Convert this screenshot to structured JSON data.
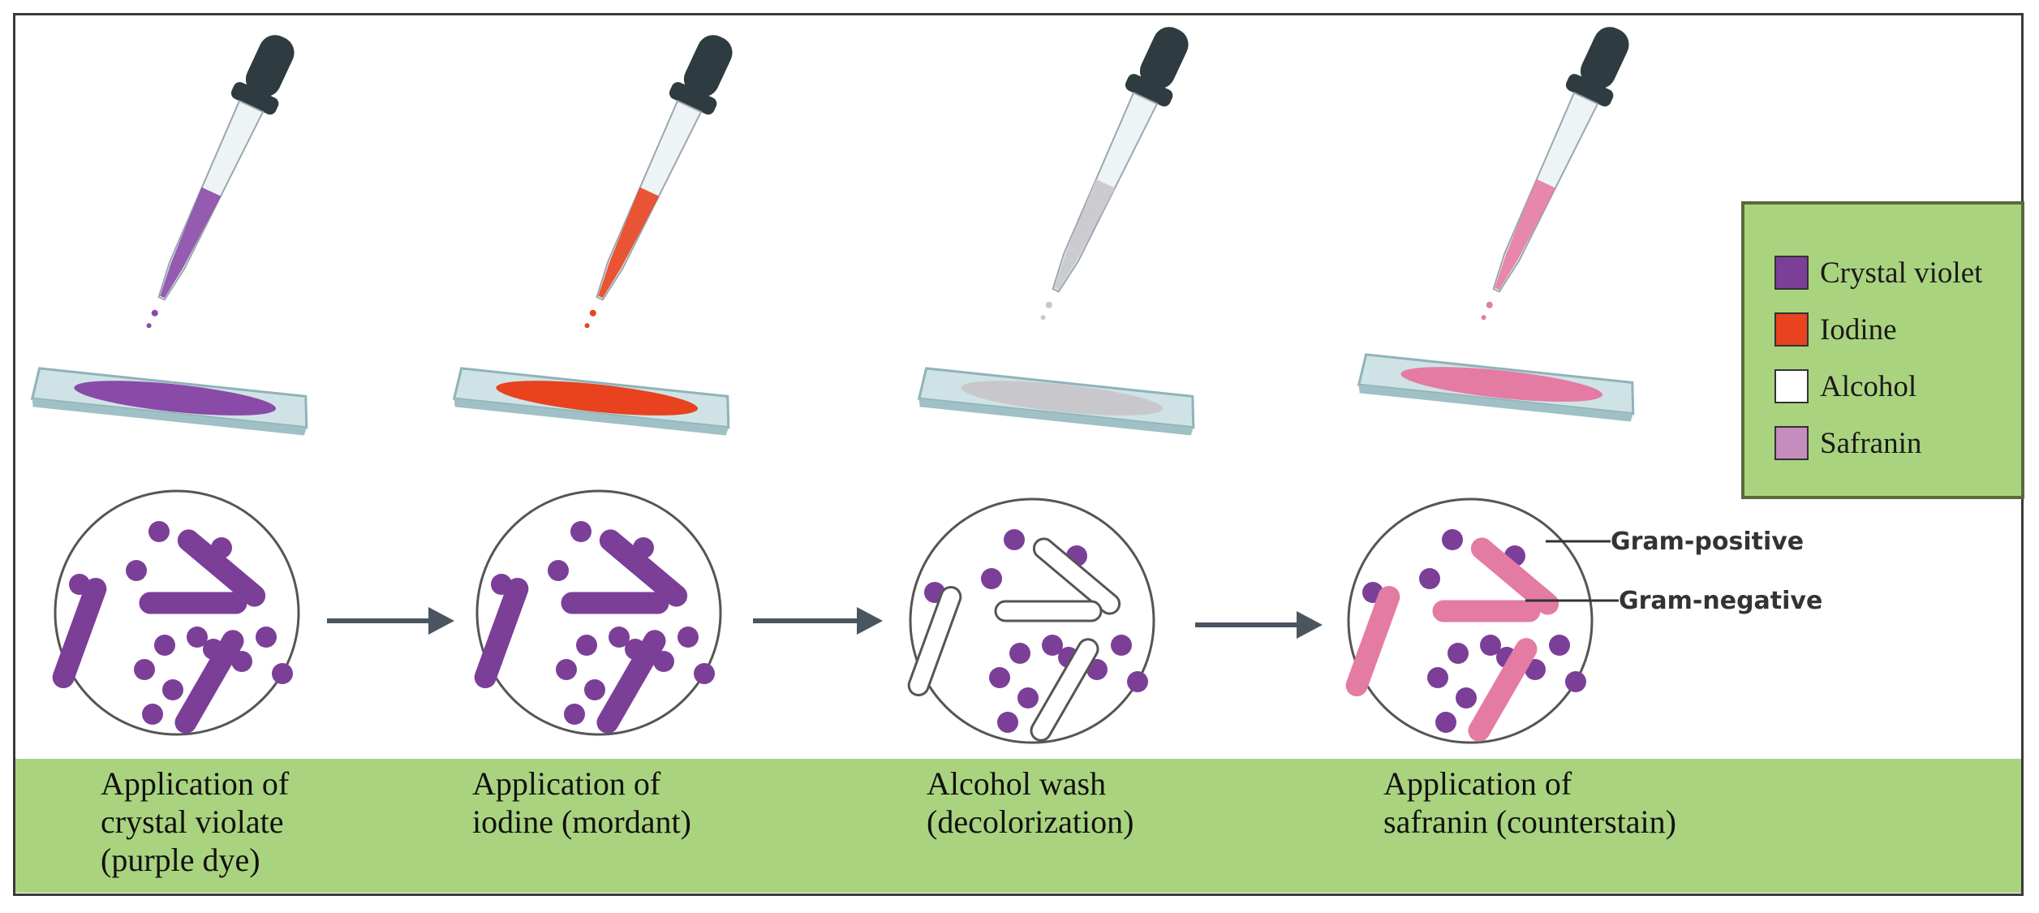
{
  "colors": {
    "crystal_violet": "#7b3f98",
    "iodine": "#e8421f",
    "alcohol": "#ffffff",
    "safranin": "#e47ba3",
    "legend_safranin_swatch": "#c48dbd",
    "panel_green": "#aad37f",
    "legend_border": "#5a6a3a",
    "arrow": "#4a5560",
    "dropper_bulb": "#2e3b40"
  },
  "legend": {
    "items": [
      {
        "label": "Crystal violet",
        "color": "#7b3f98"
      },
      {
        "label": "Iodine",
        "color": "#e8421f"
      },
      {
        "label": "Alcohol",
        "color": "#ffffff"
      },
      {
        "label": "Safranin",
        "color": "#c48dbd"
      }
    ]
  },
  "callouts": {
    "gram_positive": "Gram-positive",
    "gram_negative": "Gram-negative"
  },
  "steps": [
    {
      "caption": "Application of\ncrystal violate\n(purple dye)",
      "dye": "#8a4aa8",
      "stain_label": "crystal-violet"
    },
    {
      "caption": "Application of\niodine (mordant)",
      "dye": "#e8421f",
      "stain_label": "iodine"
    },
    {
      "caption": "Alcohol wash\n(decolorization)",
      "dye": "#c8c8cc",
      "stain_label": "alcohol"
    },
    {
      "caption": "Application of\nsafranin (counterstain)",
      "dye": "#e47ba3",
      "stain_label": "safranin"
    }
  ]
}
